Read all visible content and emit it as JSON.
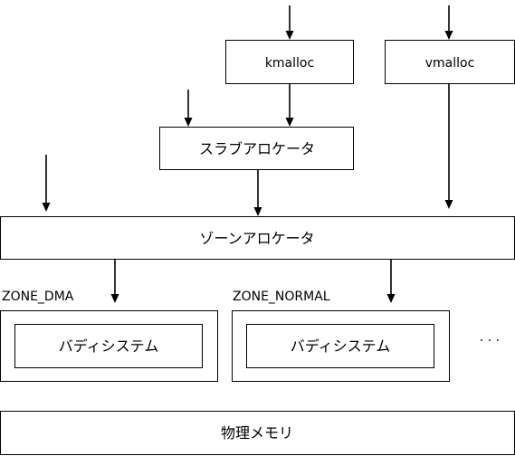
{
  "boxes": {
    "kmalloc": "kmalloc",
    "vmalloc": "vmalloc",
    "slab_allocator": "スラブアロケータ",
    "zone_allocator": "ゾーンアロケータ",
    "buddy_system_dma": "バディシステム",
    "buddy_system_normal": "バディシステム",
    "physical_memory": "物理メモリ"
  },
  "zone_labels": {
    "zone_dma": "ZONE_DMA",
    "zone_normal": "ZONE_NORMAL"
  },
  "ellipsis": "· · ·"
}
